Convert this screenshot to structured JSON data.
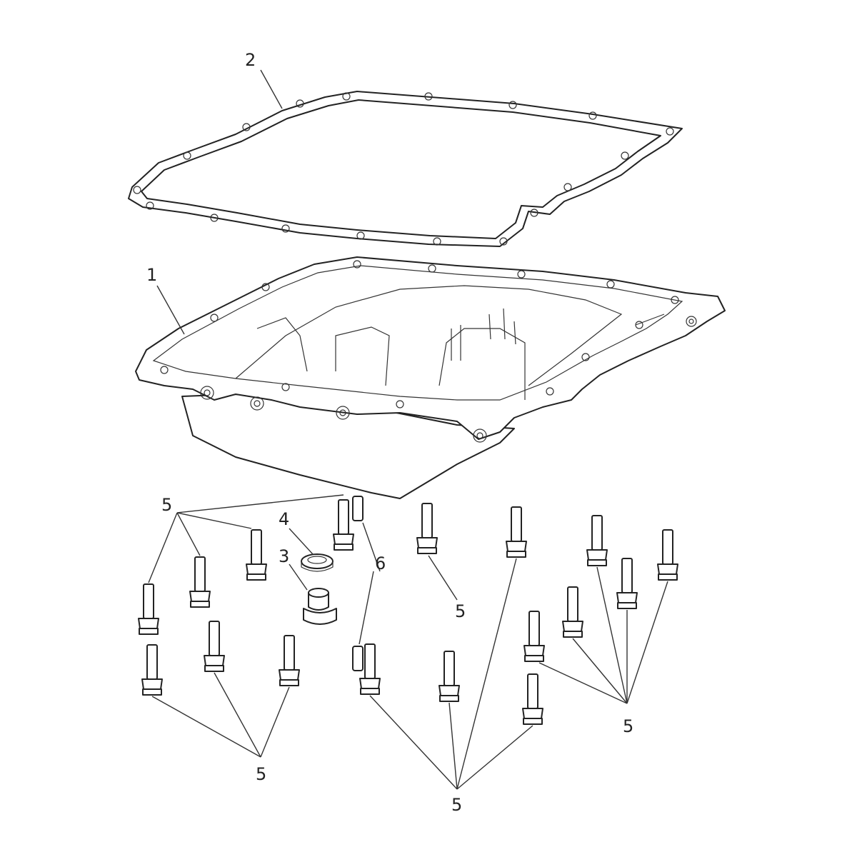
{
  "diagram": {
    "callouts": {
      "c1": "1",
      "c2": "2",
      "c3": "3",
      "c4": "4",
      "c5a": "5",
      "c5b": "5",
      "c5c": "5",
      "c5d": "5",
      "c5e": "5",
      "c6": "6"
    },
    "parts": [
      {
        "id": "sump-pan",
        "callout": "1"
      },
      {
        "id": "sump-gasket",
        "callout": "2"
      },
      {
        "id": "drain-plug",
        "callout": "3"
      },
      {
        "id": "drain-plug-washer",
        "callout": "4"
      },
      {
        "id": "flange-bolt",
        "callout": "5"
      },
      {
        "id": "dowel",
        "callout": "6"
      }
    ],
    "colors": {
      "line": "#222222",
      "background": "#ffffff"
    }
  }
}
